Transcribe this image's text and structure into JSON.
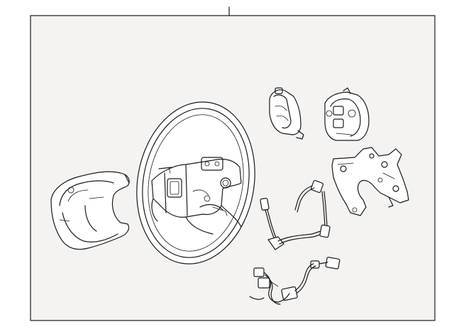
{
  "diagram": {
    "background_color": "#ffffff",
    "frame_fill": "#f4f3f1",
    "line_color": "#1a1a1a",
    "parts": [
      {
        "name": "steering-wheel"
      },
      {
        "name": "lower-cover"
      },
      {
        "name": "switch-left"
      },
      {
        "name": "switch-right"
      },
      {
        "name": "mounting-bracket"
      },
      {
        "name": "wiring-harness-upper"
      },
      {
        "name": "wiring-harness-lower"
      }
    ]
  }
}
